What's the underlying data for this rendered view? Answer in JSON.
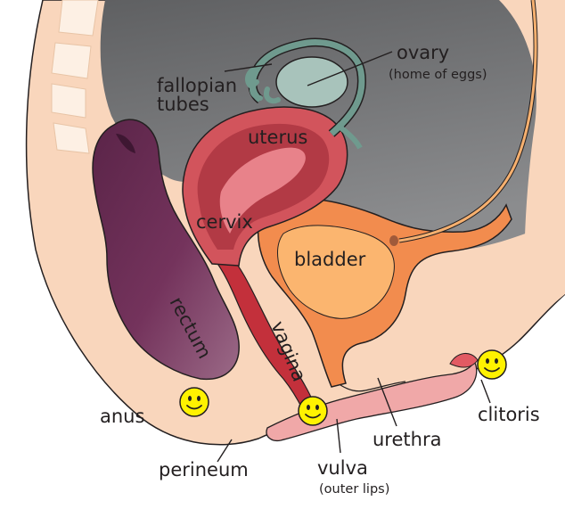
{
  "labels": {
    "ovary": "ovary",
    "ovary_note": "(home of eggs)",
    "fallopian_line1": "fallopian",
    "fallopian_line2": "tubes",
    "uterus": "uterus",
    "cervix": "cervix",
    "bladder": "bladder",
    "rectum": "rectum",
    "vagina": "vagina",
    "anus": "anus",
    "perineum": "perineum",
    "vulva": "vulva",
    "vulva_note": "(outer lips)",
    "urethra": "urethra",
    "clitoris": "clitoris"
  },
  "colors": {
    "skin": "#f9d6bc",
    "pelvic_cavity": "#767779",
    "rectum": "#6b2f55",
    "uterus": "#d2545c",
    "uterus_wall": "#b23a45",
    "tube_and_ovary": "#6f9a8e",
    "ovary_fill": "#a8c3bb",
    "bladder_outer": "#f28c4e",
    "bladder_inner": "#fbb56f",
    "vagina": "#c3303b",
    "vulva_lips": "#f0a8a8",
    "smiley": "#fff200",
    "outline": "#231f20"
  },
  "icons": [
    "smiley-face-icon"
  ]
}
